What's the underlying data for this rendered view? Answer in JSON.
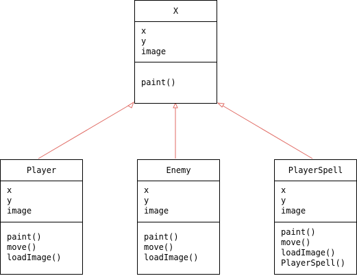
{
  "diagram": {
    "line_color": "#e06a63",
    "parent": {
      "name": "X",
      "attributes": [
        "x",
        "y",
        "image"
      ],
      "methods": [
        "paint()"
      ]
    },
    "children": [
      {
        "name": "Player",
        "attributes": [
          "x",
          "y",
          "image"
        ],
        "methods": [
          "paint()",
          "move()",
          "loadImage()"
        ]
      },
      {
        "name": "Enemy",
        "attributes": [
          "x",
          "y",
          "image"
        ],
        "methods": [
          "paint()",
          "move()",
          "loadImage()"
        ]
      },
      {
        "name": "PlayerSpell",
        "attributes": [
          "x",
          "y",
          "image"
        ],
        "methods": [
          "paint()",
          "move()",
          "loadImage()",
          "PlayerSpell()"
        ]
      }
    ]
  }
}
